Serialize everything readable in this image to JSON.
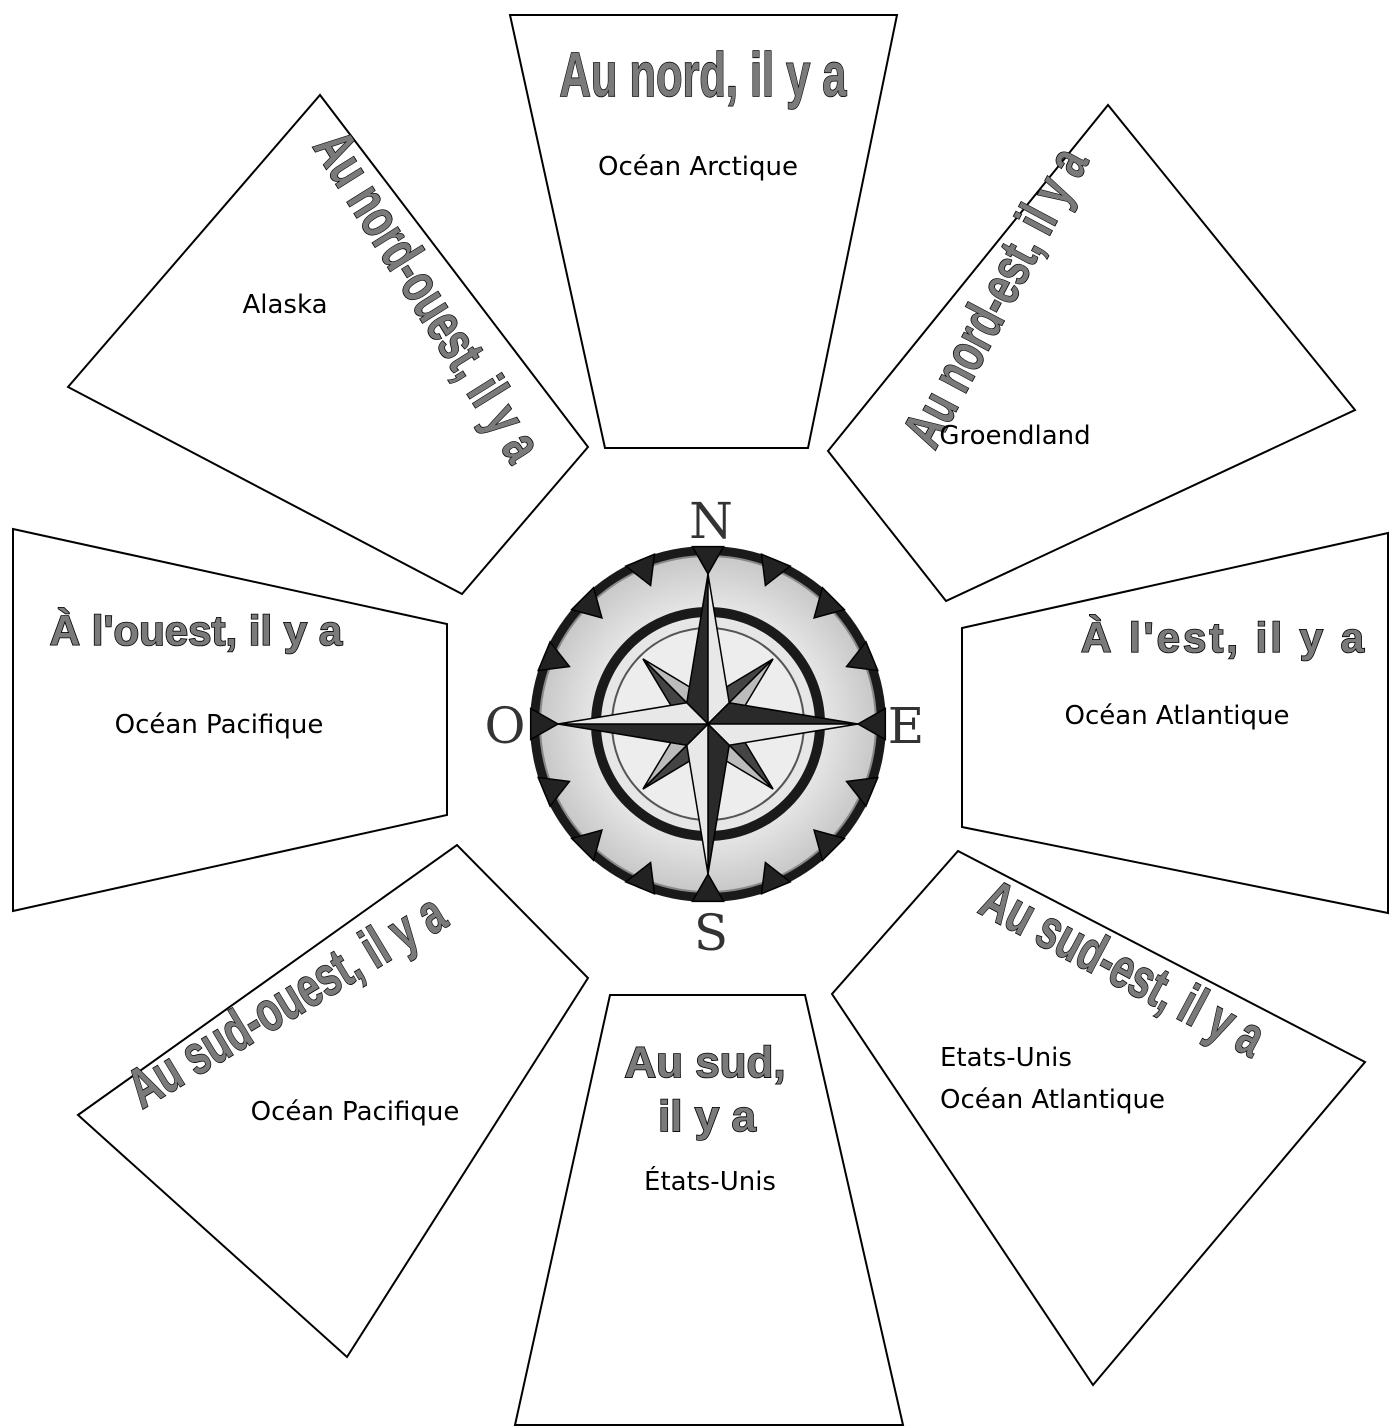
{
  "panels": {
    "north": {
      "heading": "Au nord, il y a",
      "answer": "Océan Arctique"
    },
    "northeast": {
      "heading": "Au nord-est, il y a",
      "answer": "Groendland"
    },
    "east": {
      "heading": "À l'est, il y a",
      "answer": "Océan Atlantique"
    },
    "southeast": {
      "heading": "Au sud-est, il y a",
      "answer_lines": [
        "Etats-Unis",
        "Océan Atlantique"
      ]
    },
    "south": {
      "heading_lines": [
        "Au sud,",
        "il y a"
      ],
      "answer": "États-Unis"
    },
    "southwest": {
      "heading": "Au sud-ouest, il y a",
      "answer": "Océan Pacifique"
    },
    "west": {
      "heading": "À l'ouest, il y a",
      "answer": "Océan Pacifique"
    },
    "northwest": {
      "heading": "Au nord-ouest, il y a",
      "answer": "Alaska"
    }
  },
  "compass": {
    "labels": {
      "n": "N",
      "e": "E",
      "s": "S",
      "o": "O"
    }
  }
}
